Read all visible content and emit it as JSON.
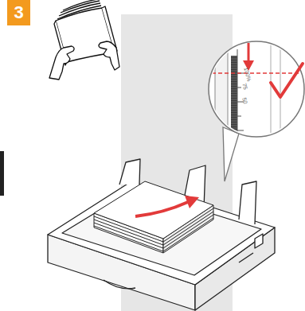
{
  "diagram": {
    "nodes": [
      {
        "text": [
          "3"
        ]
      }
    ],
    "labels": [
      "100%",
      "75",
      "50"
    ]
  }
}
